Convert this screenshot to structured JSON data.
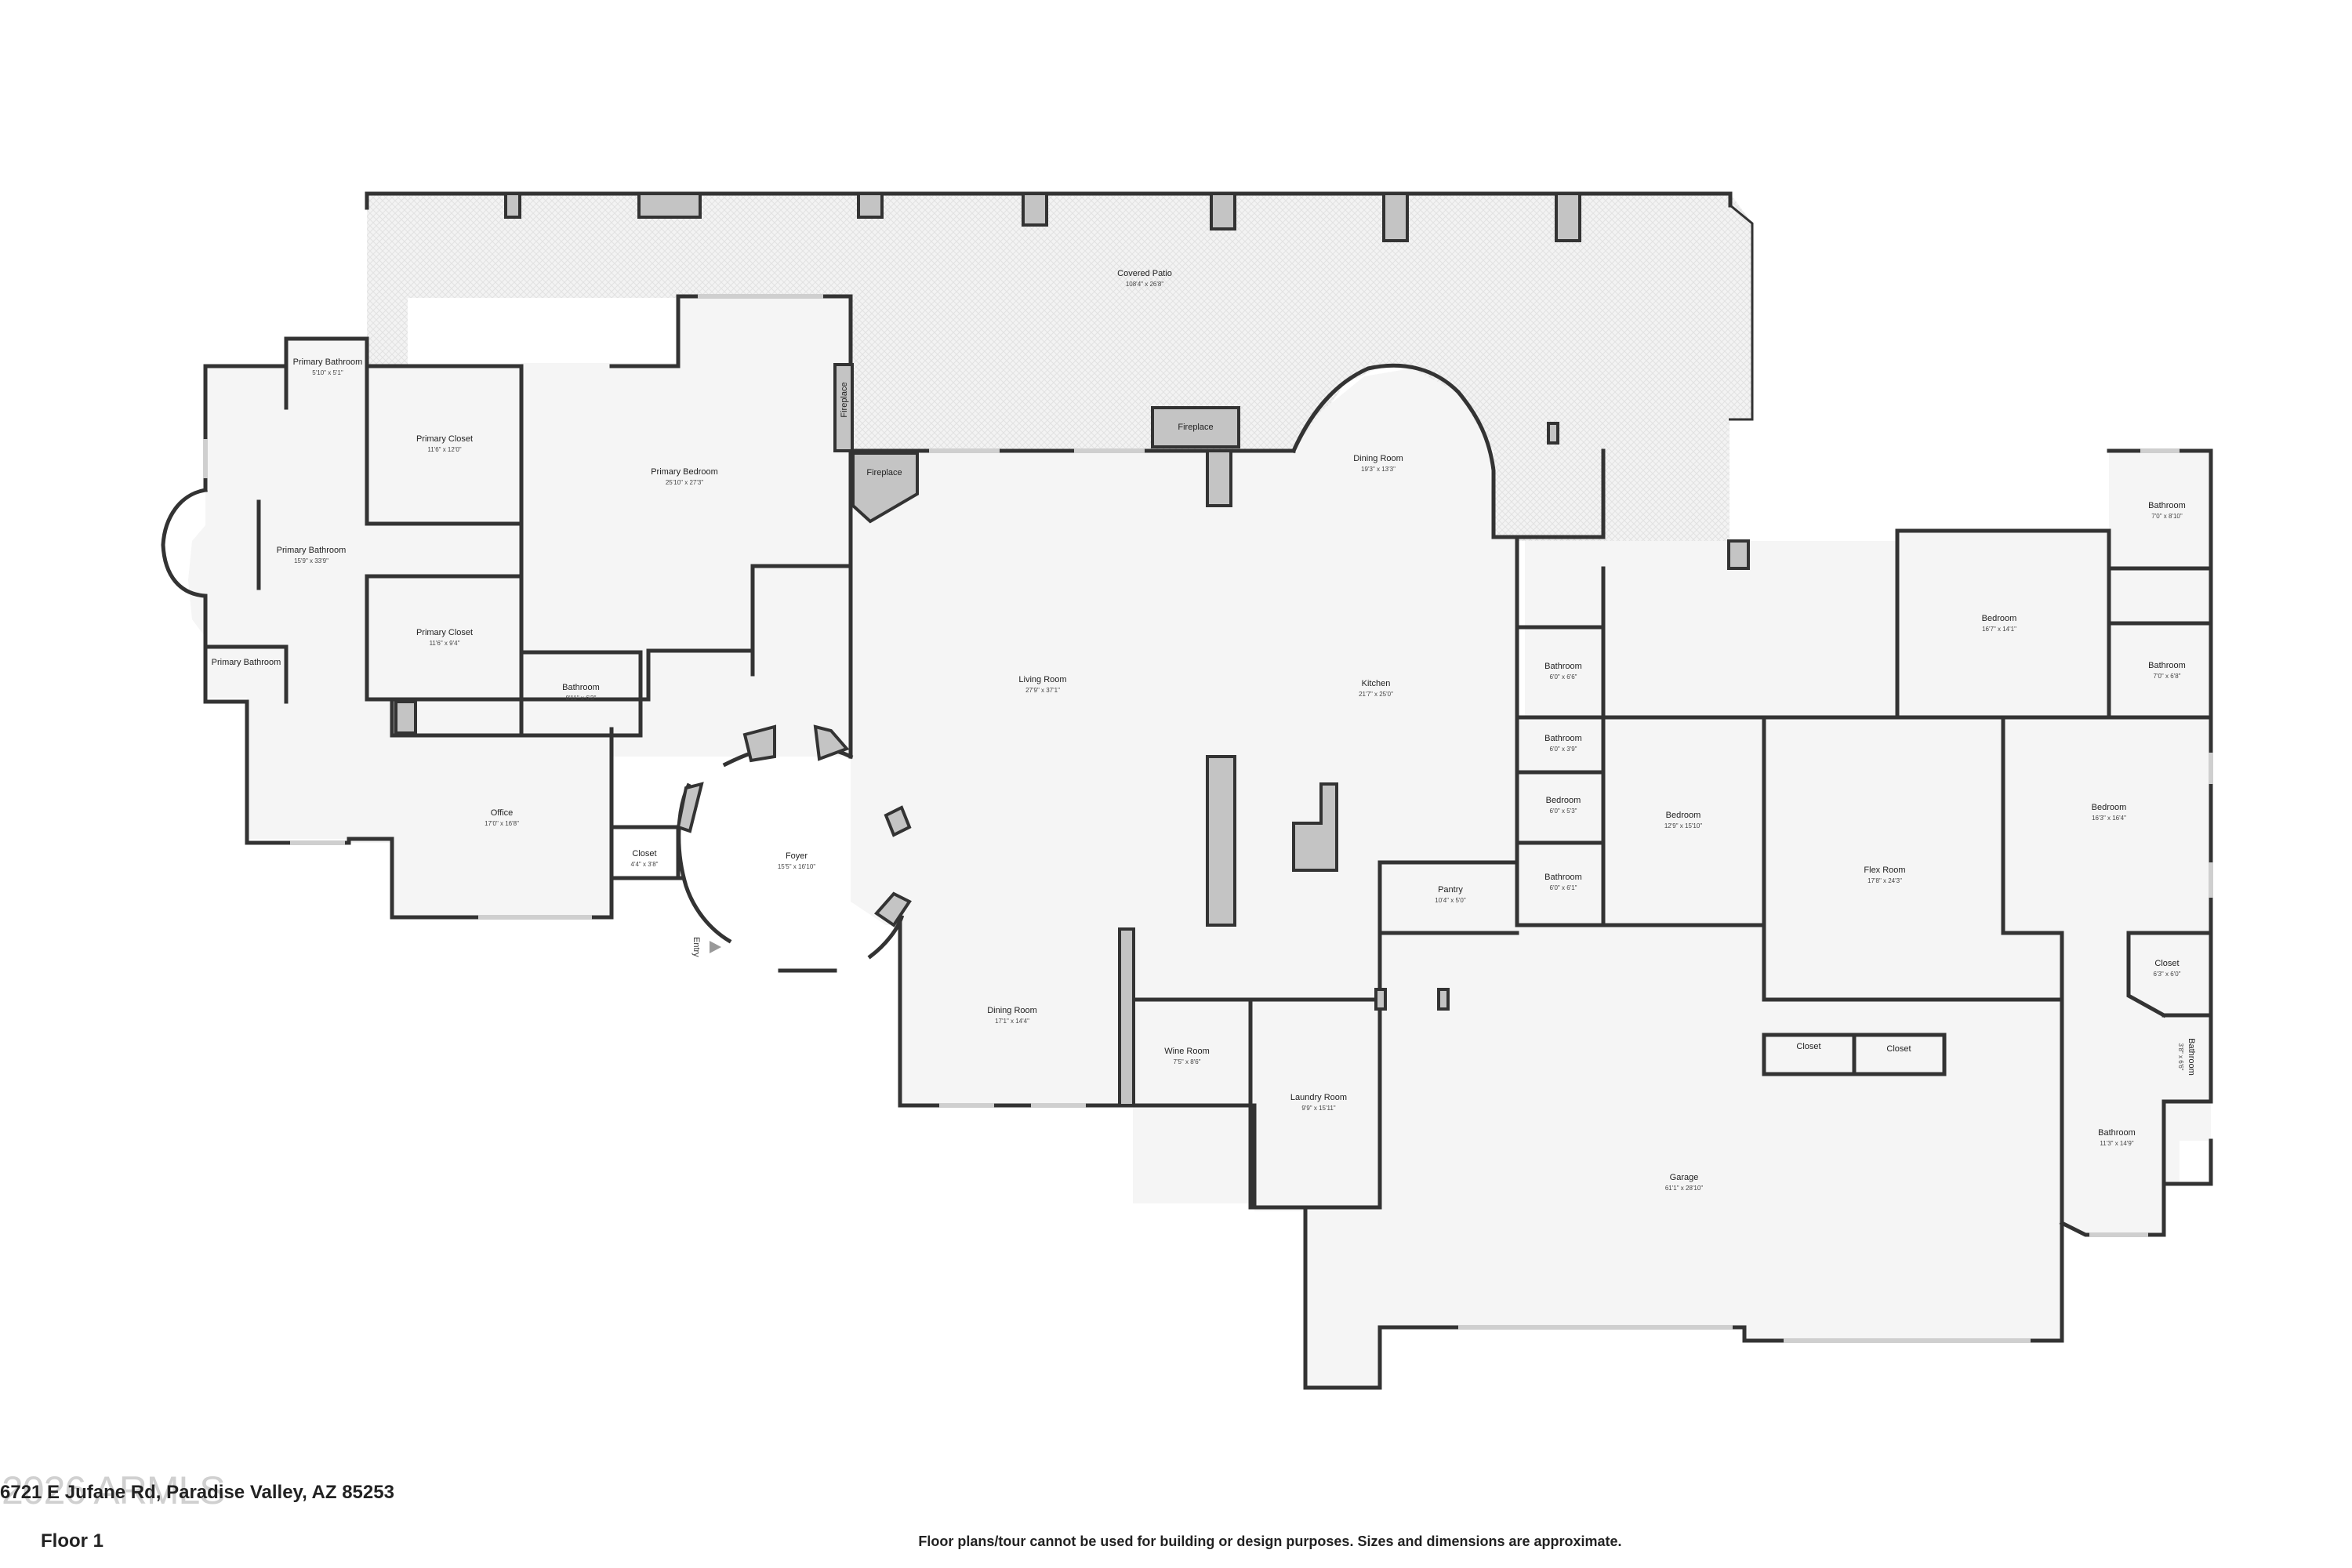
{
  "plan": {
    "address": "6721 E Jufane Rd, Paradise Valley, AZ 85253",
    "floor": "Floor 1",
    "disclaimer": "Floor plans/tour cannot be used for building or design purposes. Sizes and dimensions are approximate.",
    "watermark": "2026 ARMLS",
    "entry_label": "Entry"
  },
  "rooms": [
    {
      "id": "covered-patio",
      "name": "Covered Patio",
      "dims": "108'4\" x 26'8\""
    },
    {
      "id": "primary-bathroom-small",
      "name": "Primary Bathroom",
      "dims": "5'10\" x 5'1\""
    },
    {
      "id": "primary-closet-1",
      "name": "Primary Closet",
      "dims": "11'6\" x 12'0\""
    },
    {
      "id": "primary-bedroom",
      "name": "Primary Bedroom",
      "dims": "25'10\" x 27'3\""
    },
    {
      "id": "primary-bathroom",
      "name": "Primary Bathroom",
      "dims": "15'9\" x 33'9\""
    },
    {
      "id": "primary-closet-2",
      "name": "Primary Closet",
      "dims": "11'6\" x 9'4\""
    },
    {
      "id": "primary-bathroom-wc",
      "name": "Primary Bathroom",
      "dims": ""
    },
    {
      "id": "bathroom-office",
      "name": "Bathroom",
      "dims": "8'11\" x 6'3\""
    },
    {
      "id": "office",
      "name": "Office",
      "dims": "17'0\" x 16'8\""
    },
    {
      "id": "closet-foyer",
      "name": "Closet",
      "dims": "4'4\" x 3'8\""
    },
    {
      "id": "foyer",
      "name": "Foyer",
      "dims": "15'5\" x 16'10\""
    },
    {
      "id": "fireplace-patio",
      "name": "Fireplace",
      "dims": ""
    },
    {
      "id": "fireplace-living",
      "name": "Fireplace",
      "dims": ""
    },
    {
      "id": "fireplace-vertical",
      "name": "Fireplace",
      "dims": ""
    },
    {
      "id": "living-room",
      "name": "Living Room",
      "dims": "27'9\" x 37'1\""
    },
    {
      "id": "dining-room-front",
      "name": "Dining Room",
      "dims": "17'1\" x 14'4\""
    },
    {
      "id": "dining-room-back",
      "name": "Dining Room",
      "dims": "19'3\" x 13'3\""
    },
    {
      "id": "kitchen",
      "name": "Kitchen",
      "dims": "21'7\" x 25'0\""
    },
    {
      "id": "pantry",
      "name": "Pantry",
      "dims": "10'4\" x 5'0\""
    },
    {
      "id": "wine-room",
      "name": "Wine Room",
      "dims": "7'5\" x 8'6\""
    },
    {
      "id": "laundry-room",
      "name": "Laundry Room",
      "dims": "9'9\" x 15'11\""
    },
    {
      "id": "bathroom-a",
      "name": "Bathroom",
      "dims": "6'0\" x 6'6\""
    },
    {
      "id": "bathroom-b",
      "name": "Bathroom",
      "dims": "6'0\" x 3'9\""
    },
    {
      "id": "bedroom-small",
      "name": "Bedroom",
      "dims": "6'0\" x 5'3\""
    },
    {
      "id": "bathroom-c",
      "name": "Bathroom",
      "dims": "6'0\" x 6'1\""
    },
    {
      "id": "bedroom-mid",
      "name": "Bedroom",
      "dims": "12'9\" x 15'10\""
    },
    {
      "id": "flex-room",
      "name": "Flex Room",
      "dims": "17'8\" x 24'3\""
    },
    {
      "id": "bedroom-ne",
      "name": "Bedroom",
      "dims": "16'7\" x 14'1\""
    },
    {
      "id": "bathroom-ne-top",
      "name": "Bathroom",
      "dims": "7'0\" x 8'10\""
    },
    {
      "id": "bathroom-ne-bottom",
      "name": "Bathroom",
      "dims": "7'0\" x 6'8\""
    },
    {
      "id": "bedroom-east",
      "name": "Bedroom",
      "dims": "16'3\" x 16'4\""
    },
    {
      "id": "closet-east",
      "name": "Closet",
      "dims": "6'3\" x 6'0\""
    },
    {
      "id": "bathroom-east-small",
      "name": "Bathroom",
      "dims": "3'8\" x 6'6\""
    },
    {
      "id": "bathroom-east",
      "name": "Bathroom",
      "dims": "11'3\" x 14'9\""
    },
    {
      "id": "closet-garage-1",
      "name": "Closet",
      "dims": ""
    },
    {
      "id": "closet-garage-2",
      "name": "Closet",
      "dims": ""
    },
    {
      "id": "garage",
      "name": "Garage",
      "dims": "61'1\" x 28'10\""
    }
  ]
}
